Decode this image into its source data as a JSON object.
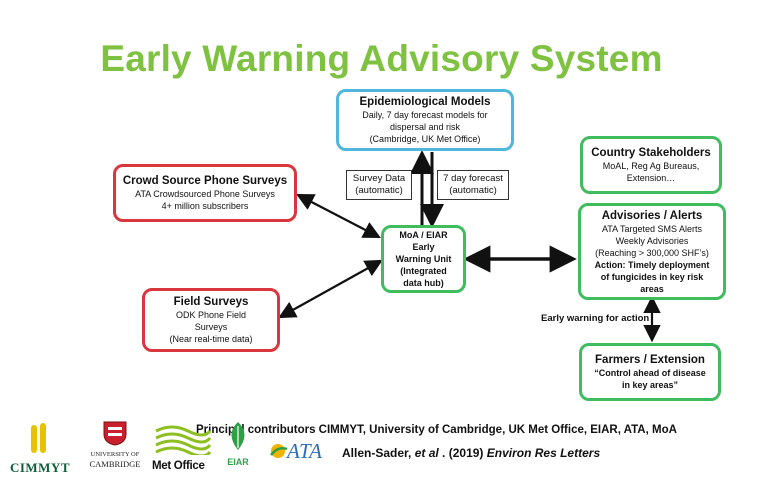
{
  "title": "Early Warning Advisory System",
  "nodes": {
    "epi": {
      "title": "Epidemiological Models",
      "lines": [
        "Daily, 7 day forecast models for",
        "dispersal and risk",
        "(Cambridge, UK Met Office)"
      ]
    },
    "crowd": {
      "title": "Crowd Source Phone Surveys",
      "lines": [
        "ATA Crowdsourced Phone Surveys",
        "4+ million subscribers"
      ]
    },
    "field": {
      "title": "Field Surveys",
      "lines": [
        "ODK Phone Field",
        "Surveys",
        "(Near real-time data)"
      ]
    },
    "hub": {
      "lines": [
        "MoA / EIAR",
        "Early",
        "Warning Unit",
        "(Integrated",
        "data hub)"
      ]
    },
    "stake": {
      "title": "Country Stakeholders",
      "lines": [
        "MoAL, Reg Ag Bureaus,",
        "Extension…"
      ]
    },
    "adv": {
      "title": "Advisories / Alerts",
      "lines": [
        "ATA Targeted SMS Alerts",
        "Weekly Advisories",
        "(Reaching > 300,000 SHF’s)"
      ],
      "action": [
        "Action: Timely deployment",
        "of fungicides in key risk",
        "areas"
      ]
    },
    "farm": {
      "title": "Farmers / Extension",
      "lines": [
        "“Control ahead of disease",
        "in key areas”"
      ]
    }
  },
  "edge_labels": {
    "survey": [
      "Survey Data",
      "(automatic)"
    ],
    "forecast": [
      "7 day forecast",
      "(automatic)"
    ],
    "early_warning": "Early warning for action"
  },
  "footer": {
    "contributors": "Principal contributors CIMMYT, University of Cambridge, UK Met Office, EIAR, ATA, MoA",
    "citation_authors": "Allen-Sader, ",
    "citation_etal": "et al",
    "citation_year": " . (2019) ",
    "citation_journal": "Environ Res Letters"
  },
  "logos": {
    "cimmyt": "CIMMYT",
    "cambridge_line1": "UNIVERSITY OF",
    "cambridge_line2": "CAMBRIDGE",
    "metoffice": "Met Office",
    "eiar": "EIAR",
    "ata": "ATA"
  },
  "colors": {
    "title": "#7fc241",
    "blue_border": "#4fb6dc",
    "red_border": "#d9363e",
    "green_border": "#3fbd5e"
  }
}
